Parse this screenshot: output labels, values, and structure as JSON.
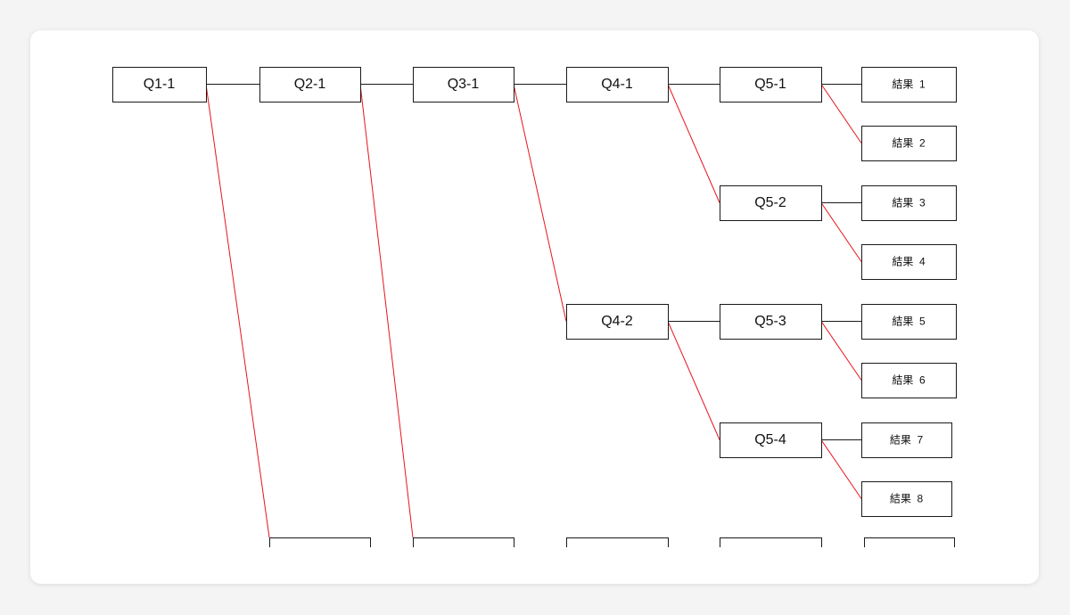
{
  "diagram": {
    "colors": {
      "continue_edge": "#1a1a1a",
      "branch_edge": "#e8141c",
      "node_border": "#1a1a1a",
      "card_background": "#ffffff",
      "page_background": "#f4f4f4"
    },
    "nodes": [
      {
        "id": "q1-1",
        "label": "Q1-1",
        "kind": "question"
      },
      {
        "id": "q2-1",
        "label": "Q2-1",
        "kind": "question"
      },
      {
        "id": "q3-1",
        "label": "Q3-1",
        "kind": "question"
      },
      {
        "id": "q4-1",
        "label": "Q4-1",
        "kind": "question"
      },
      {
        "id": "q5-1",
        "label": "Q5-1",
        "kind": "question"
      },
      {
        "id": "r1",
        "label": "結果  1",
        "kind": "result"
      },
      {
        "id": "r2",
        "label": "結果  2",
        "kind": "result"
      },
      {
        "id": "q5-2",
        "label": "Q5-2",
        "kind": "question"
      },
      {
        "id": "r3",
        "label": "結果  3",
        "kind": "result"
      },
      {
        "id": "r4",
        "label": "結果  4",
        "kind": "result"
      },
      {
        "id": "q4-2",
        "label": "Q4-2",
        "kind": "question"
      },
      {
        "id": "q5-3",
        "label": "Q5-3",
        "kind": "question"
      },
      {
        "id": "r5",
        "label": "結果  5",
        "kind": "result"
      },
      {
        "id": "r6",
        "label": "結果  6",
        "kind": "result"
      },
      {
        "id": "q5-4",
        "label": "Q5-4",
        "kind": "question"
      },
      {
        "id": "r7",
        "label": "結果  7",
        "kind": "result"
      },
      {
        "id": "r8",
        "label": "結果  8",
        "kind": "result"
      },
      {
        "id": "cut-1",
        "label": "",
        "kind": "clipped"
      },
      {
        "id": "cut-2",
        "label": "",
        "kind": "clipped"
      },
      {
        "id": "cut-3",
        "label": "",
        "kind": "clipped"
      },
      {
        "id": "cut-4",
        "label": "",
        "kind": "clipped"
      },
      {
        "id": "cut-5",
        "label": "",
        "kind": "clipped"
      }
    ],
    "edges": [
      {
        "from": "q1-1",
        "to": "q2-1",
        "type": "continue"
      },
      {
        "from": "q2-1",
        "to": "q3-1",
        "type": "continue"
      },
      {
        "from": "q3-1",
        "to": "q4-1",
        "type": "continue"
      },
      {
        "from": "q4-1",
        "to": "q5-1",
        "type": "continue"
      },
      {
        "from": "q5-1",
        "to": "r1",
        "type": "continue"
      },
      {
        "from": "q5-1",
        "to": "r2",
        "type": "branch"
      },
      {
        "from": "q4-1",
        "to": "q5-2",
        "type": "branch"
      },
      {
        "from": "q5-2",
        "to": "r3",
        "type": "continue"
      },
      {
        "from": "q5-2",
        "to": "r4",
        "type": "branch"
      },
      {
        "from": "q3-1",
        "to": "q4-2",
        "type": "branch"
      },
      {
        "from": "q4-2",
        "to": "q5-3",
        "type": "continue"
      },
      {
        "from": "q5-3",
        "to": "r5",
        "type": "continue"
      },
      {
        "from": "q5-3",
        "to": "r6",
        "type": "branch"
      },
      {
        "from": "q4-2",
        "to": "q5-4",
        "type": "branch"
      },
      {
        "from": "q5-4",
        "to": "r7",
        "type": "continue"
      },
      {
        "from": "q5-4",
        "to": "r8",
        "type": "branch"
      },
      {
        "from": "q1-1",
        "to": "cut-1",
        "type": "branch"
      },
      {
        "from": "q2-1",
        "to": "cut-2",
        "type": "branch"
      }
    ]
  }
}
